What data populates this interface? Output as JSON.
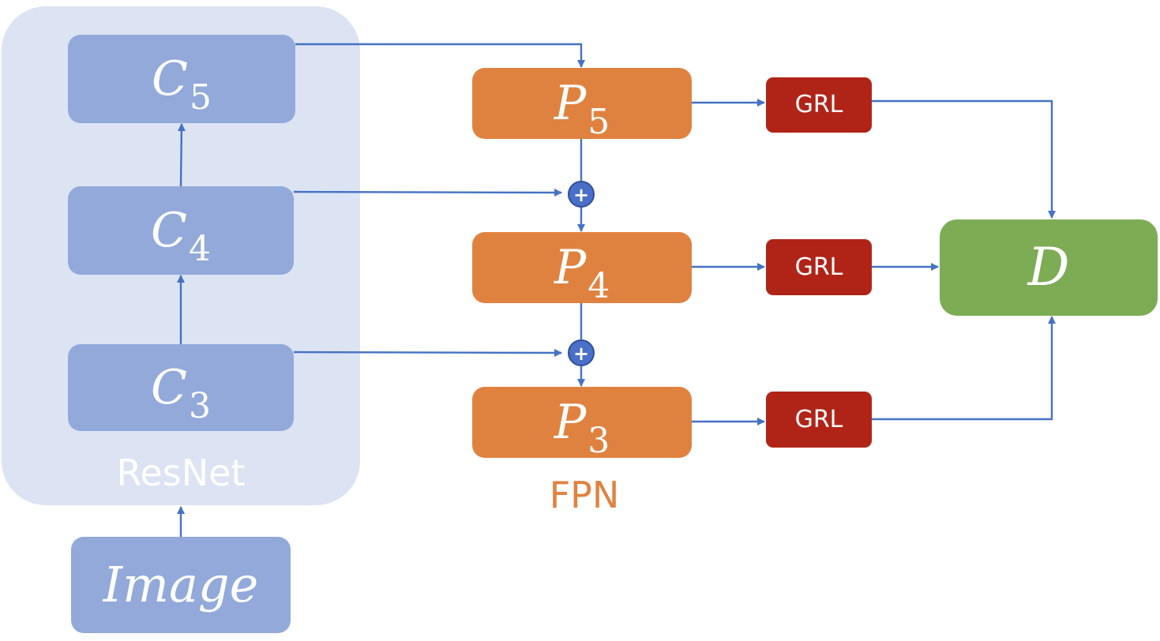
{
  "groups": {
    "resnet": "ResNet",
    "fpn": "FPN"
  },
  "nodes": {
    "image": "Image",
    "c5": {
      "base": "C",
      "sub": "5"
    },
    "c4": {
      "base": "C",
      "sub": "4"
    },
    "c3": {
      "base": "C",
      "sub": "3"
    },
    "p5": {
      "base": "P",
      "sub": "5"
    },
    "p4": {
      "base": "P",
      "sub": "4"
    },
    "p3": {
      "base": "P",
      "sub": "3"
    },
    "grl5": "GRL",
    "grl4": "GRL",
    "grl3": "GRL",
    "discriminator": "D"
  },
  "sum_symbol": "+",
  "colors": {
    "resnet_panel": "#dce3f3",
    "backbone_block": "#92a9da",
    "fpn_block": "#e0823f",
    "grl_block": "#b02418",
    "discriminator_block": "#7eac55",
    "connector": "#4472c4",
    "sum_node": "#4a6fc7"
  }
}
